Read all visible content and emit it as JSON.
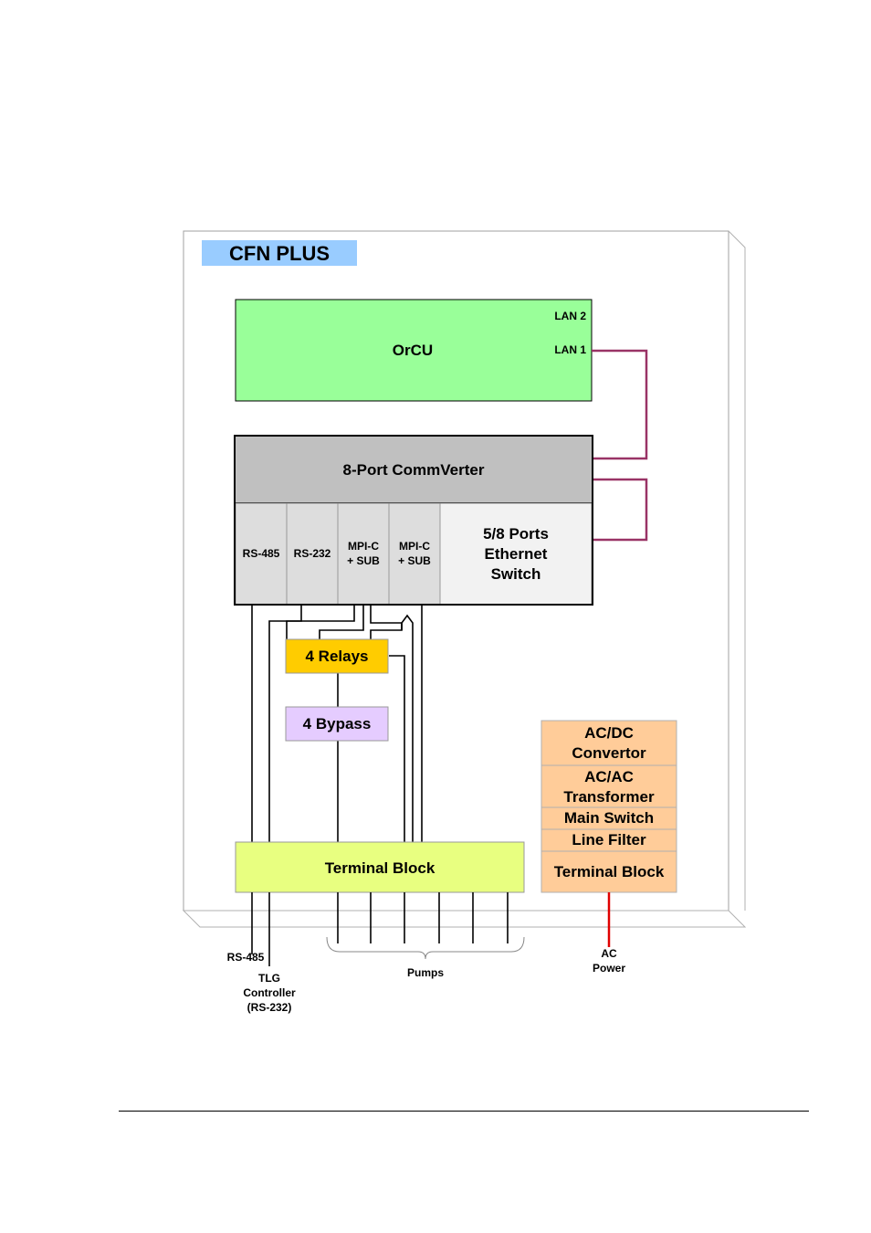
{
  "enclosure": {
    "title": "CFN PLUS"
  },
  "orcu": {
    "label": "OrCU",
    "lan2": "LAN 2",
    "lan1": "LAN 1"
  },
  "commverter": {
    "label": "8-Port CommVerter",
    "ports": [
      {
        "line1": "RS-485",
        "line2": ""
      },
      {
        "line1": "RS-232",
        "line2": ""
      },
      {
        "line1": "MPI-C",
        "line2": "+ SUB"
      },
      {
        "line1": "MPI-C",
        "line2": "+ SUB"
      }
    ],
    "switch": [
      "5/8 Ports",
      "Ethernet",
      "Switch"
    ]
  },
  "relays": {
    "label": "4 Relays"
  },
  "bypass": {
    "label": "4 Bypass"
  },
  "terminal_block": {
    "label": "Terminal Block"
  },
  "power_stack": {
    "items": [
      [
        "AC/DC",
        "Convertor"
      ],
      [
        "AC/AC",
        "Transformer"
      ],
      [
        "Main Switch"
      ],
      [
        "Line Filter"
      ],
      [
        "Terminal Block"
      ]
    ]
  },
  "external_labels": {
    "rs485": "RS-485",
    "tlg": [
      "TLG",
      "Controller",
      "(RS-232)"
    ],
    "pumps": "Pumps",
    "ac_power": [
      "AC",
      "Power"
    ]
  },
  "colors": {
    "orcu_fill": "#99ff99",
    "commverter_fill": "#c0c0c0",
    "ports_fill": "#dddddd",
    "switch_fill": "#f2f2f2",
    "relays_fill": "#ffcc00",
    "bypass_fill": "#e5ccff",
    "terminal_fill": "#e8ff80",
    "power_fill": "#ffcc99",
    "title_fill": "#99ccff",
    "lan_link": "#993366",
    "ac_link": "#e00000"
  }
}
